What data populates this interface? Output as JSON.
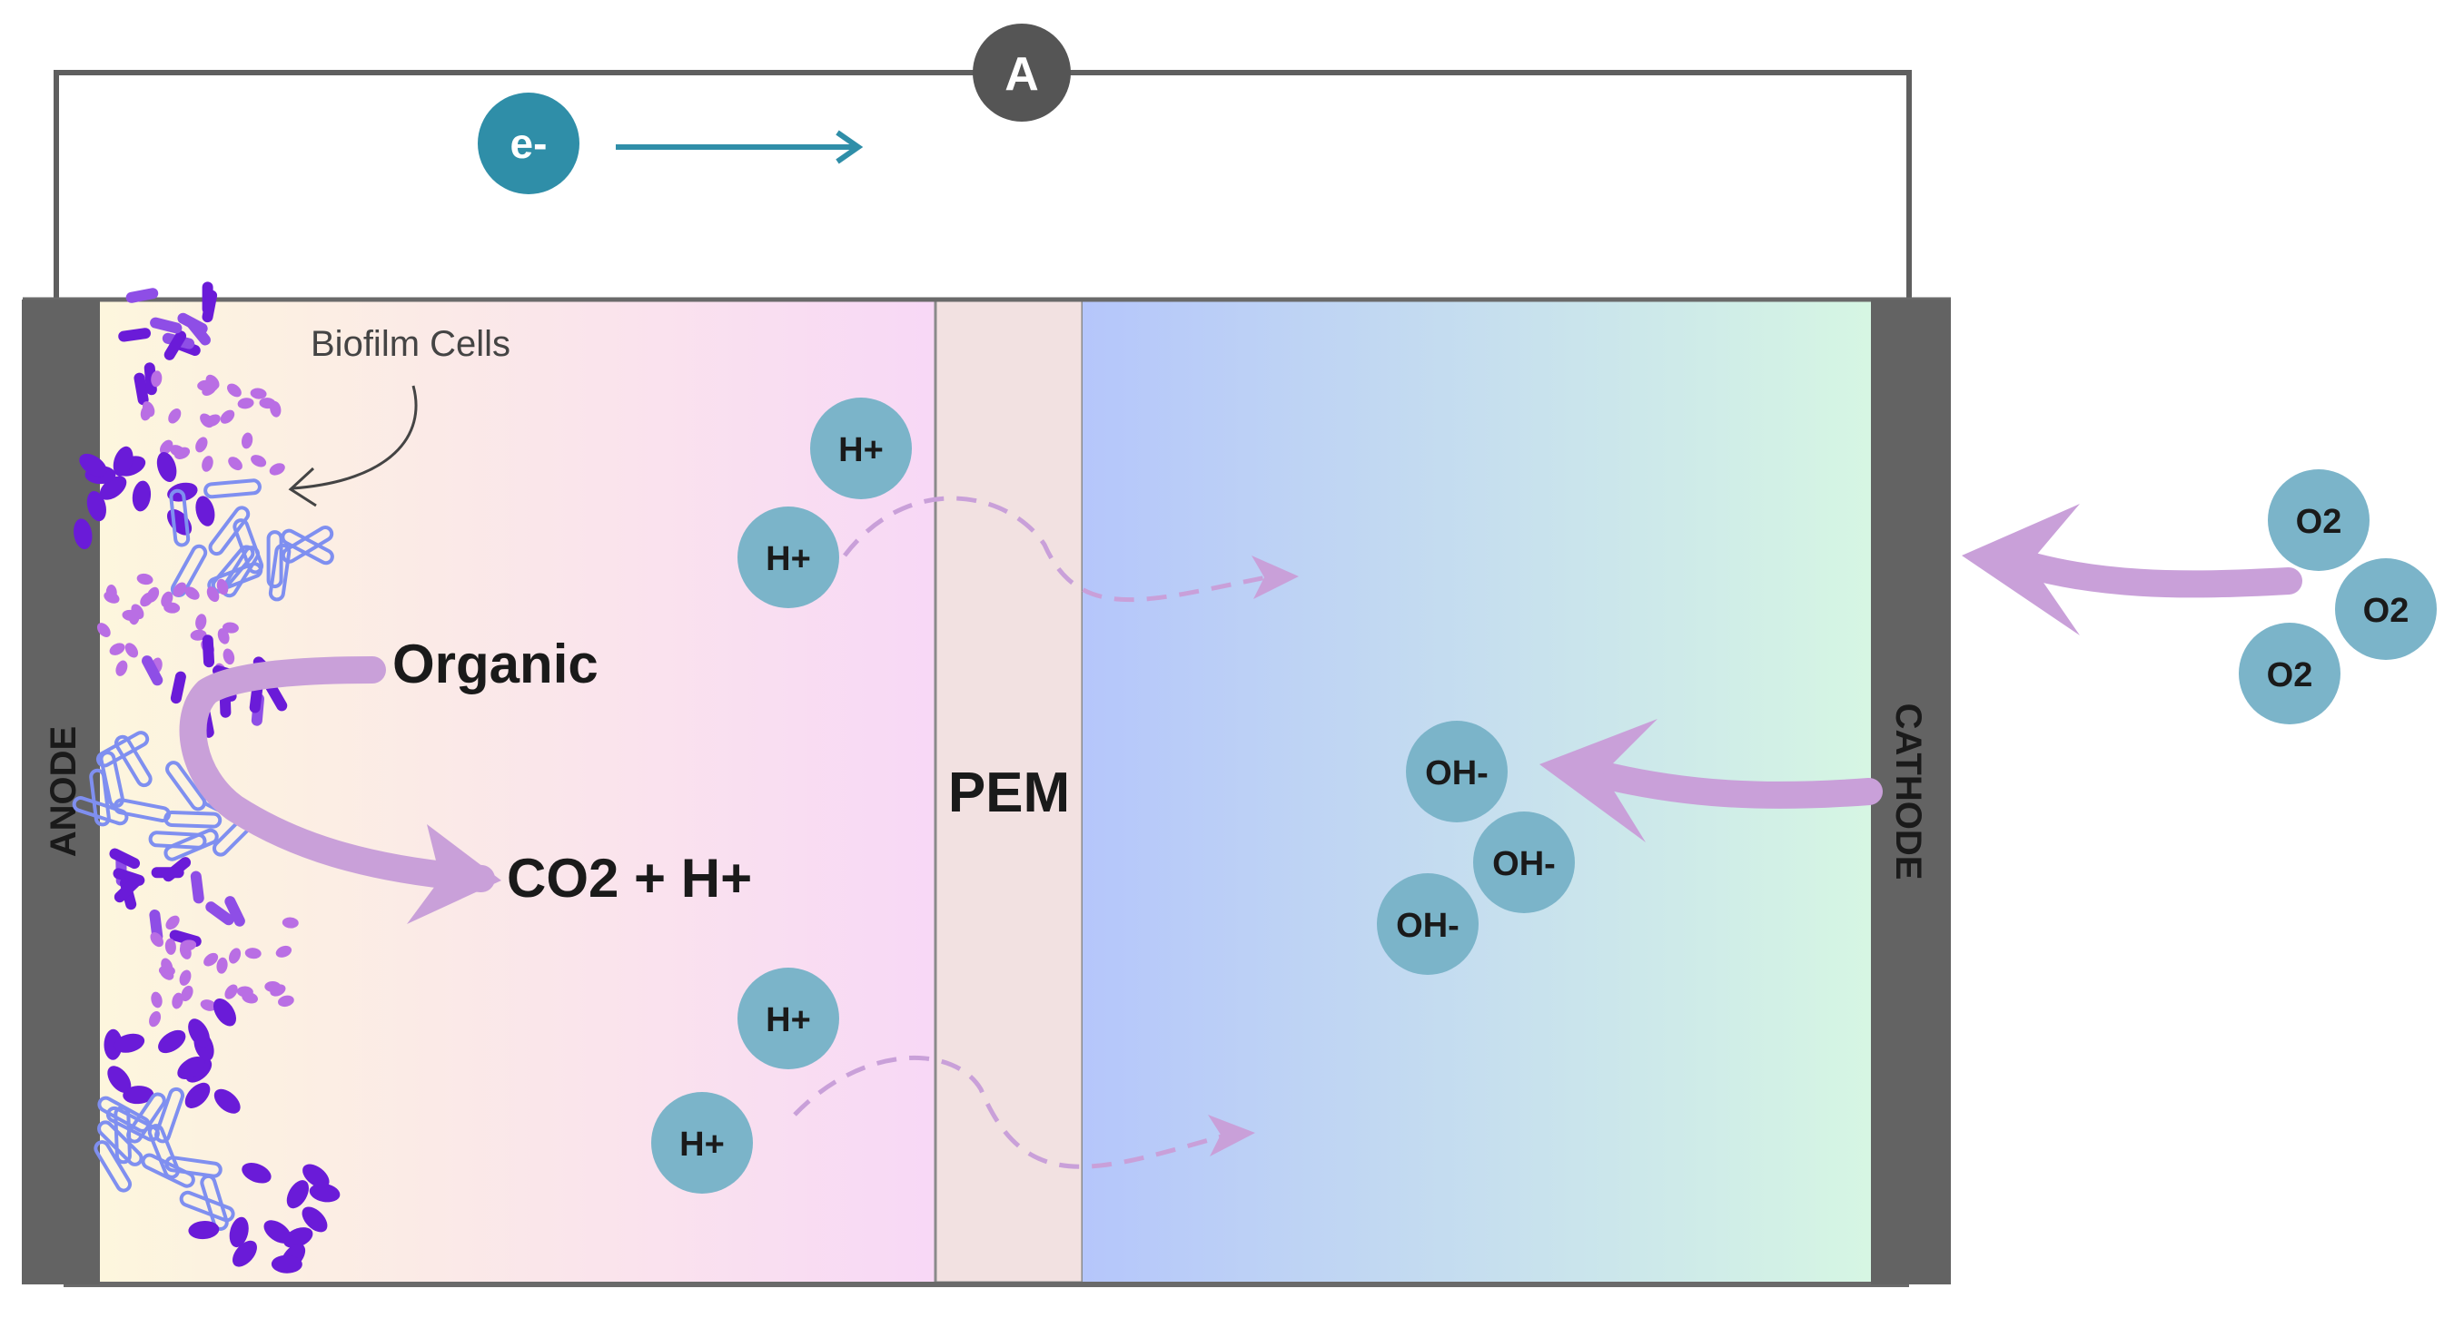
{
  "labels": {
    "ammeter": "A",
    "electron": "e-",
    "biofilm": "Biofilm Cells",
    "organic": "Organic",
    "products": "CO2 + H+",
    "pem": "PEM",
    "anode": "ANODE",
    "cathode": "CATHODE"
  },
  "ions": {
    "proton": "H+",
    "hydroxide": "OH-",
    "oxygen": "O2"
  },
  "colors": {
    "electrode": "#636363",
    "wire": "#5f5f5f",
    "ammeter": "#555555",
    "electron": "#2f8ea8",
    "ion": "#7bb4c9",
    "arrow": "#c9a0d9",
    "anode_gradient_start": "#fdf6dd",
    "anode_gradient_end": "#f8d8f6",
    "pem_fill": "#f2e1e1",
    "cathode_gradient_start": "#b5c6fb",
    "cathode_gradient_end": "#d6f6e3",
    "microbe_dark": "#6a1bd8",
    "microbe_mid": "#8e4ee6",
    "microbe_pink": "#b96ee4",
    "microbe_blue": "#7f8ff0"
  }
}
